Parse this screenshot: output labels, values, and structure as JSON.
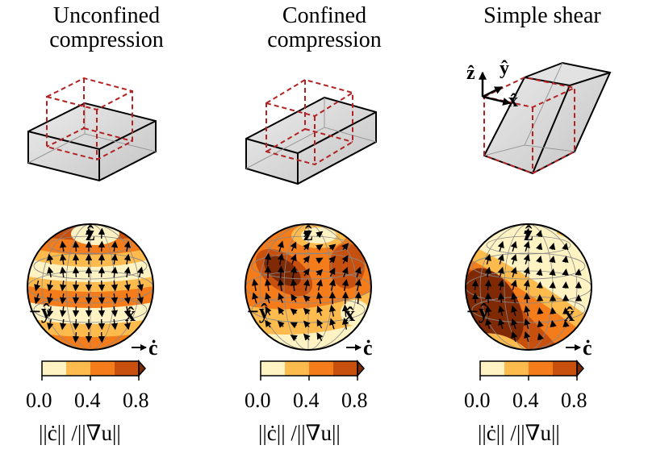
{
  "panels": [
    {
      "title_line1": "Unconfined",
      "title_line2": "compression"
    },
    {
      "title_line1": "Confined",
      "title_line2": "compression"
    },
    {
      "title_line1": "Simple shear",
      "title_line2": ""
    }
  ],
  "axis_labels": {
    "z": "ẑ",
    "y": "ŷ",
    "x": "x̂",
    "c": "ċ",
    "minus_y": "−ŷ"
  },
  "colorbar": {
    "ticks": [
      "0.0",
      "0.4",
      "0.8"
    ],
    "colors": [
      "#fff3c4",
      "#fdbb4e",
      "#f47c1b",
      "#c8500e",
      "#7f2a04"
    ]
  },
  "formula": "||ċ|| /||∇u||",
  "colors": {
    "dashed": "#b22222",
    "box_fill": "#d0d0d0"
  }
}
